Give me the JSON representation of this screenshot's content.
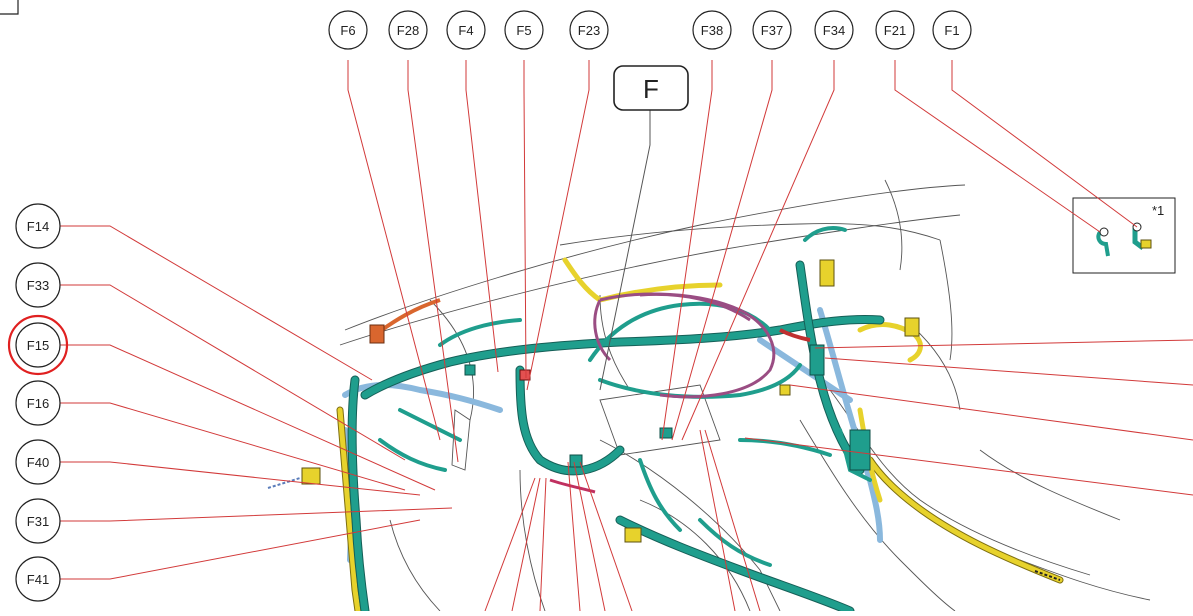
{
  "main_label": "F",
  "inset_note": "*1",
  "top_callouts": [
    "F6",
    "F28",
    "F4",
    "F5",
    "F23",
    "F38",
    "F37",
    "F34",
    "F21",
    "F1"
  ],
  "left_callouts": [
    "F14",
    "F33",
    "F15",
    "F16",
    "F40",
    "F31",
    "F41"
  ],
  "highlighted_callout": "F15",
  "colors": {
    "harness": "#1f9e8d",
    "yellow_harness": "#e7d22c",
    "blue_harness": "#8ab8dd",
    "leader": "#d23a3a",
    "highlight": "#e02020"
  }
}
